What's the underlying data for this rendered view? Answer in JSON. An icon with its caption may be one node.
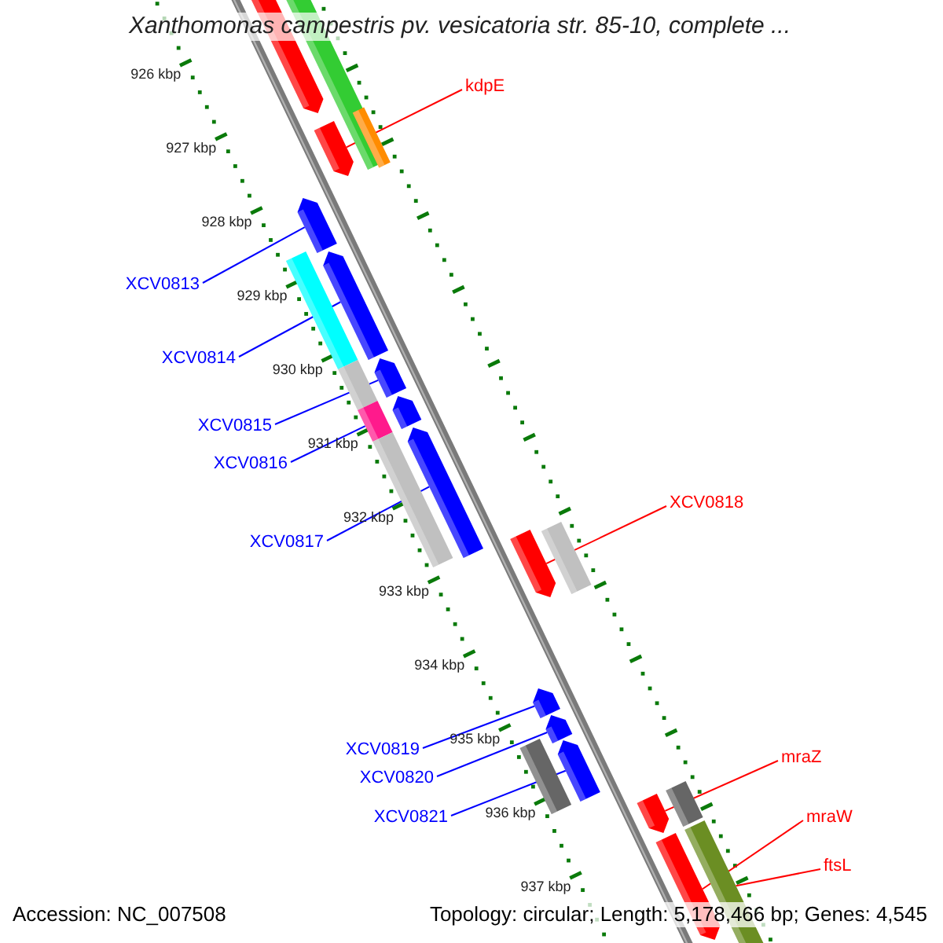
{
  "diagram": {
    "title": "Xanthomonas campestris pv. vesicatoria str. 85-10, complete ...",
    "nodes": [
      {
        "text": [
          "kdpE"
        ]
      },
      {
        "text": [
          "XCV0813"
        ]
      },
      {
        "text": [
          "XCV0814"
        ]
      },
      {
        "text": [
          "XCV0815"
        ]
      },
      {
        "text": [
          "XCV0816"
        ]
      },
      {
        "text": [
          "XCV0817"
        ]
      },
      {
        "text": [
          "XCV0818"
        ]
      },
      {
        "text": [
          "XCV0819"
        ]
      },
      {
        "text": [
          "XCV0820"
        ]
      },
      {
        "text": [
          "XCV0821"
        ]
      },
      {
        "text": [
          "mraZ"
        ]
      },
      {
        "text": [
          "mraW"
        ]
      },
      {
        "text": [
          "ftsL"
        ]
      },
      {
        "text": [],
        "shape": "bar"
      },
      {
        "text": [],
        "shape": "bar"
      },
      {
        "text": [],
        "shape": "bar"
      },
      {
        "text": [],
        "shape": "bar"
      },
      {
        "text": [],
        "shape": "bar"
      },
      {
        "text": [],
        "shape": "bar"
      },
      {
        "text": [],
        "shape": "bar"
      },
      {
        "text": [],
        "shape": "bar"
      },
      {
        "text": [],
        "shape": "bar"
      },
      {
        "text": [],
        "shape": "bar"
      },
      {
        "text": [],
        "shape": "bar"
      },
      {
        "text": [],
        "shape": "bar"
      },
      {
        "text": [],
        "shape": "bar"
      },
      {
        "text": [],
        "shape": "bar"
      }
    ],
    "edges": [
      {
        "from": 0,
        "to": 13,
        "arrow": "none",
        "color": "#ff0000"
      },
      {
        "from": 1,
        "to": 14,
        "arrow": "none"
      },
      {
        "from": 2,
        "to": 15,
        "arrow": "none"
      },
      {
        "from": 3,
        "to": 16,
        "arrow": "none"
      },
      {
        "from": 4,
        "to": 17,
        "arrow": "none"
      },
      {
        "from": 5,
        "to": 18,
        "arrow": "none"
      },
      {
        "from": 6,
        "to": 19,
        "arrow": "none",
        "color": "#ff0000"
      },
      {
        "from": 7,
        "to": 20,
        "arrow": "none"
      },
      {
        "from": 8,
        "to": 21,
        "arrow": "none"
      },
      {
        "from": 9,
        "to": 22,
        "arrow": "none"
      },
      {
        "from": 10,
        "to": 23,
        "arrow": "none",
        "color": "#ff0000"
      },
      {
        "from": 11,
        "to": 24,
        "arrow": "none",
        "color": "#ff0000"
      },
      {
        "from": 12,
        "to": 25,
        "arrow": "none",
        "color": "#ff0000"
      }
    ],
    "labels": [
      "926 kbp",
      "927 kbp",
      "928 kbp",
      "929 kbp",
      "930 kbp",
      "931 kbp",
      "932 kbp",
      "933 kbp",
      "934 kbp",
      "935 kbp",
      "936 kbp",
      "937 kbp",
      "Accession: NC_007508",
      "Topology: circular; Length: 5,178,466 bp; Genes: 4,545"
    ]
  }
}
